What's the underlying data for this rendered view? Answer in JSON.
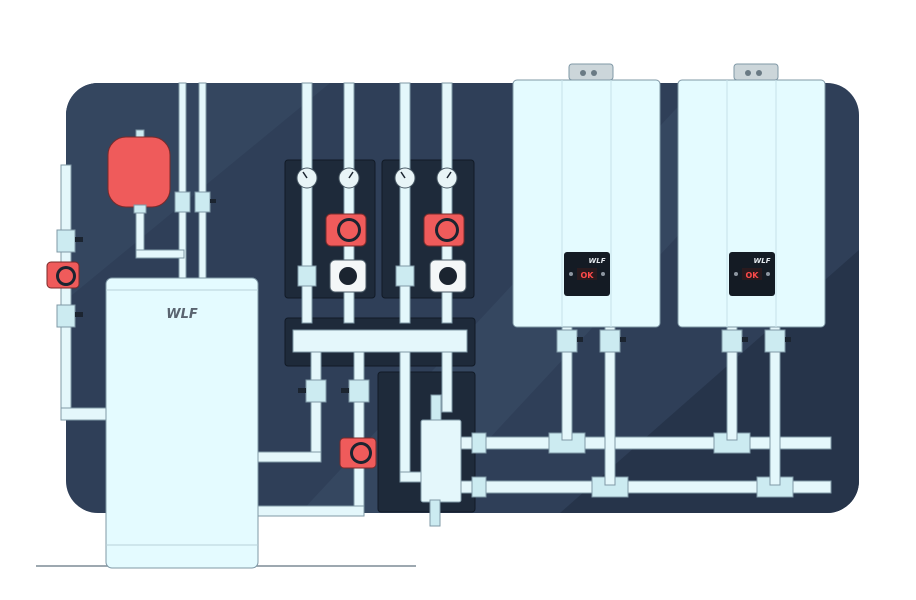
{
  "storage_tank": {
    "brand": "WLF"
  },
  "boilers": [
    {
      "brand": "WLF",
      "display": "OK"
    },
    {
      "brand": "WLF",
      "display": "OK"
    }
  ],
  "colors": {
    "wall": "#2f3f58",
    "wall_stripe": "#3a4c66",
    "panel": "#1e2a3a",
    "pipe": "#e4f7fb",
    "pipe_stroke": "#7f98a6",
    "pump_red": "#ef5b5b",
    "boiler_body": "#e4fbff"
  },
  "icons": [
    "expansion-vessel-icon",
    "circulation-pump-icon",
    "pressure-gauge-icon",
    "ball-valve-icon",
    "mixing-valve-icon",
    "hydraulic-separator-icon"
  ]
}
